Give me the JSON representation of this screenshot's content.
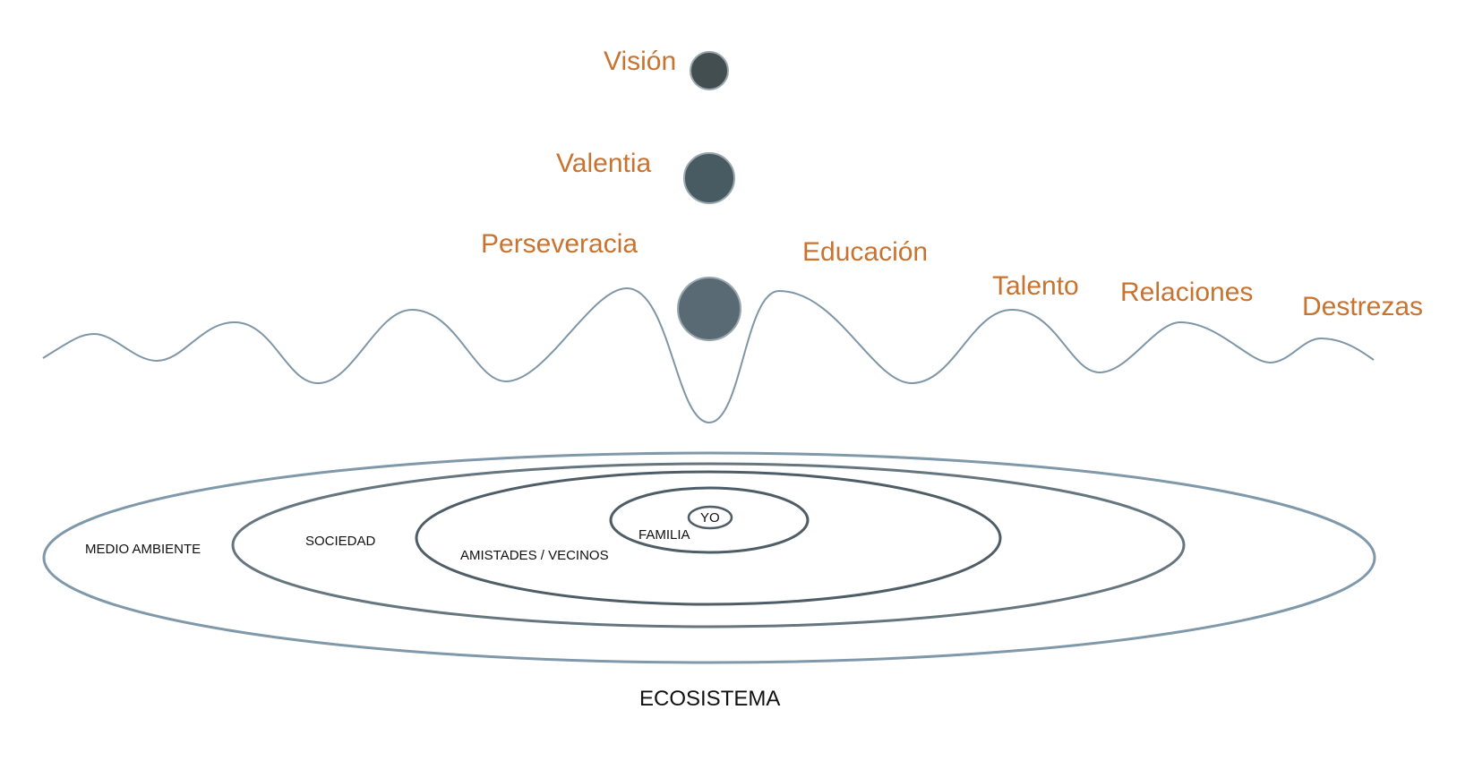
{
  "values_labels": {
    "vision": "Visión",
    "valentia": "Valentia",
    "perseveracia": "Perseveracia"
  },
  "skills_labels": {
    "educacion": "Educación",
    "talento": "Talento",
    "relaciones": "Relaciones",
    "destrezas": "Destrezas"
  },
  "rings": {
    "yo": "YO",
    "familia": "FAMILIA",
    "amistades": "AMISTADES / VECINOS",
    "sociedad": "SOCIEDAD",
    "medio_ambiente": "MEDIO AMBIENTE"
  },
  "caption": "ECOSISTEMA",
  "colors": {
    "orange_text": "#c8732f",
    "wave_line": "#7f96a6",
    "ball_top": "#424e50",
    "ball_middle": "#485b63",
    "ball_bottom": "#5a6a74",
    "ring_outer": "#7f98aa",
    "ring_inner": "#4f5d66"
  }
}
